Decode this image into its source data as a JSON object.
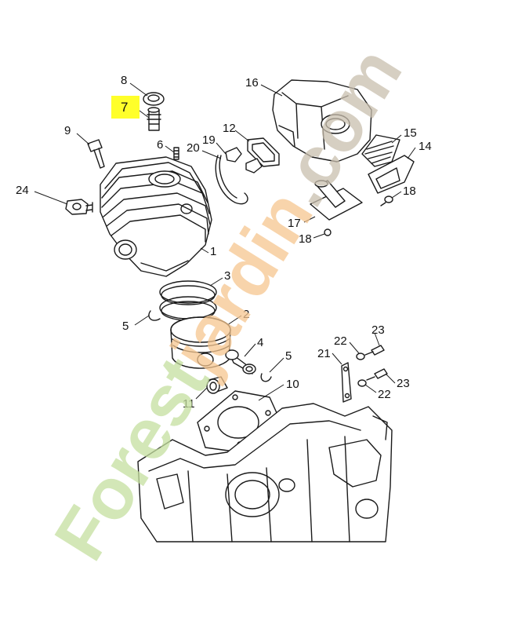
{
  "diagram": {
    "highlight_color": "#ffff2a",
    "labels": [
      {
        "id": "p8",
        "text": "8"
      },
      {
        "id": "p7",
        "text": "7",
        "highlighted": true
      },
      {
        "id": "p16",
        "text": "16"
      },
      {
        "id": "p9",
        "text": "9"
      },
      {
        "id": "p6",
        "text": "6"
      },
      {
        "id": "p19",
        "text": "19"
      },
      {
        "id": "p12",
        "text": "12"
      },
      {
        "id": "p20",
        "text": "20"
      },
      {
        "id": "p15",
        "text": "15"
      },
      {
        "id": "p14",
        "text": "14"
      },
      {
        "id": "p24",
        "text": "24"
      },
      {
        "id": "p18a",
        "text": "18"
      },
      {
        "id": "p17",
        "text": "17"
      },
      {
        "id": "p18b",
        "text": "18"
      },
      {
        "id": "p1",
        "text": "1"
      },
      {
        "id": "p3",
        "text": "3"
      },
      {
        "id": "p2",
        "text": "2"
      },
      {
        "id": "p5a",
        "text": "5"
      },
      {
        "id": "p4",
        "text": "4"
      },
      {
        "id": "p23a",
        "text": "23"
      },
      {
        "id": "p22a",
        "text": "22"
      },
      {
        "id": "p21",
        "text": "21"
      },
      {
        "id": "p5b",
        "text": "5"
      },
      {
        "id": "p10",
        "text": "10"
      },
      {
        "id": "p23b",
        "text": "23"
      },
      {
        "id": "p22b",
        "text": "22"
      },
      {
        "id": "p11",
        "text": "11"
      }
    ]
  },
  "watermark": {
    "text": "Forestjardin.com",
    "colors": {
      "forest": "#c5e0a0",
      "jardin": "#f6c690",
      "com": "#c9bfae"
    }
  }
}
